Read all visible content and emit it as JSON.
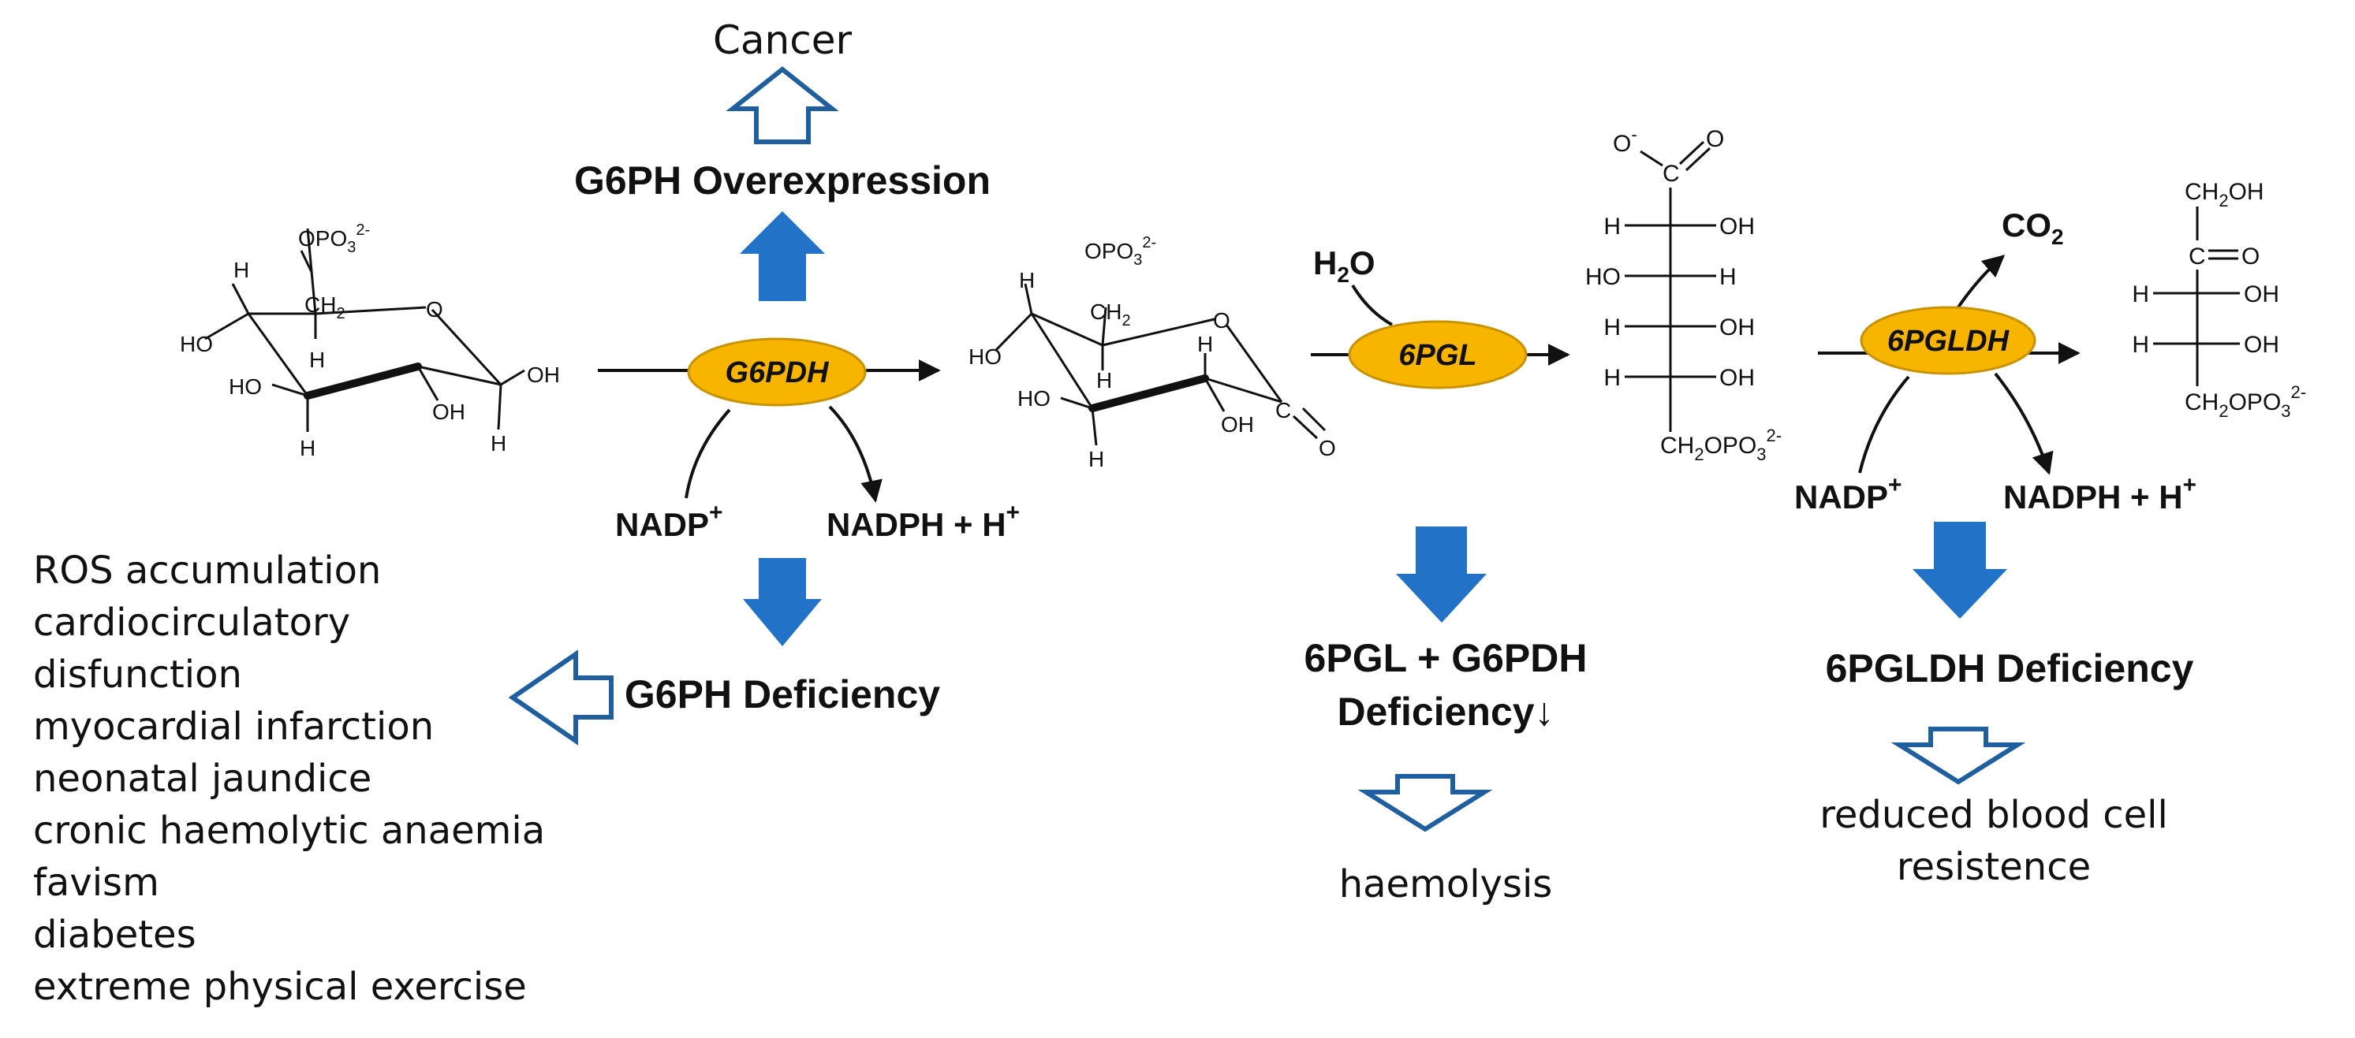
{
  "colors": {
    "arrow_blue": "#2272C8",
    "outline_blue": "#1F5FA0",
    "enzyme_fill": "#F7B500",
    "enzyme_stroke": "#C89200",
    "ink": "#111111"
  },
  "top": {
    "cancer": "Cancer",
    "overexpression": "G6PH Overexpression"
  },
  "enzymes": {
    "g6pdh": "G6PDH",
    "pgl": "6PGL",
    "pgldh": "6PGLDH"
  },
  "cofactors": {
    "nadp": "NADP",
    "nadp_sup": "+",
    "nadph": "NADPH + H",
    "nadph_sup": "+",
    "h2o_h": "H",
    "h2o_sub": "2",
    "h2o_o": "O",
    "co2_c": "CO",
    "co2_sub": "2"
  },
  "molecule1": {
    "opo3": "OPO",
    "opo3_sub": "3",
    "opo3_sup": "2-",
    "ch2": "CH",
    "ch2_sub": "2",
    "ring_o": "O",
    "ho_left": "HO",
    "ho_lower": "HO",
    "oh_lower": "OH",
    "oh_right": "OH",
    "h_top": "H",
    "h_c4": "H",
    "h_bottom": "H",
    "h_right": "H"
  },
  "molecule2": {
    "opo3": "OPO",
    "opo3_sub": "3",
    "opo3_sup": "2-",
    "ch2": "CH",
    "ch2_sub": "2",
    "ring_o": "O",
    "ho_left": "HO",
    "ho_lower": "HO",
    "oh_lower": "OH",
    "h_top": "H",
    "h_c4": "H",
    "h_bottom": "H",
    "h_c2": "H",
    "carbonyl_c": "C",
    "carbonyl_o": "O"
  },
  "molecule3": {
    "o_minus": "O",
    "o_minus_sup": "-",
    "c_top": "C",
    "o_top": "O",
    "rows": [
      {
        "left": "H",
        "right": "OH"
      },
      {
        "left": "HO",
        "right": "H"
      },
      {
        "left": "H",
        "right": "OH"
      },
      {
        "left": "H",
        "right": "OH"
      }
    ],
    "bottom": "CH",
    "bottom_sub": "2",
    "bottom_rest": "OPO",
    "bottom_sub2": "3",
    "bottom_sup": "2-"
  },
  "molecule4": {
    "top": "CH",
    "top_sub": "2",
    "top_rest": "OH",
    "c": "C",
    "o": "O",
    "rows": [
      {
        "left": "H",
        "right": "OH"
      },
      {
        "left": "H",
        "right": "OH"
      }
    ],
    "bottom": "CH",
    "bottom_sub": "2",
    "bottom_rest": "OPO",
    "bottom_sub2": "3",
    "bottom_sup": "2-"
  },
  "deficiency": {
    "g6ph": "G6PH Deficiency",
    "pgl_line1": "6PGL + G6PDH",
    "pgl_line2": "Deficiency↓",
    "pgldh": "6PGLDH Deficiency"
  },
  "consequences": {
    "g6ph_list": [
      "ROS accumulation",
      "cardiocirculatory",
      "disfunction",
      "myocardial infarction",
      "neonatal jaundice",
      "cronic haemolytic anaemia",
      "favism",
      "diabetes",
      "extreme physical exercise"
    ],
    "haemolysis": "haemolysis",
    "reduced_line1": "reduced blood cell",
    "reduced_line2": "resistence"
  }
}
